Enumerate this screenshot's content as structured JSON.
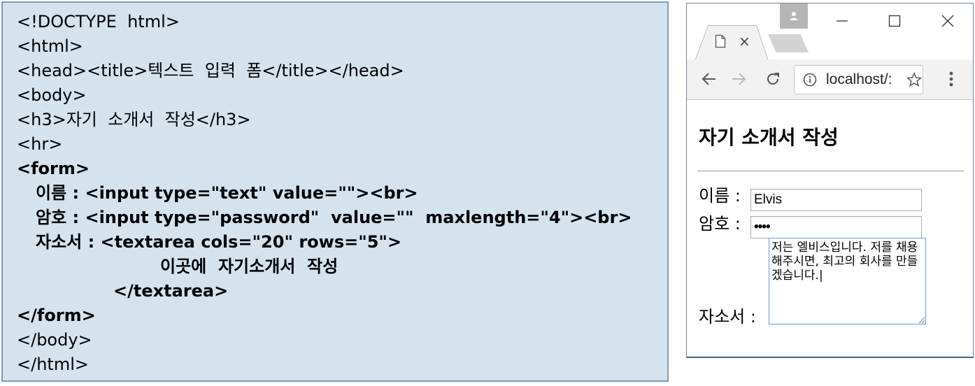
{
  "code_panel": {
    "lines": [
      "<!DOCTYPE  html>",
      "<html>",
      "<head><title>텍스트  입력  폼</title></head>",
      "<body>",
      "<h3>자기  소개서  작성</h3>",
      "<hr>",
      "<form>",
      "이름 : <input type=\"text\" value=\"\"><br>",
      "암호 : <input type=\"password\"  value=\"\"  maxlength=\"4\"><br>",
      "자소서 : <textarea cols=\"20\" rows=\"5\">",
      "이곳에  자기소개서  작성",
      "</textarea>",
      "</form>",
      "</body>",
      "</html>"
    ]
  },
  "browser": {
    "tab_icon": "page-icon",
    "tab_close_label": "×",
    "window_controls": {
      "minimize": "—",
      "maximize": "☐",
      "close": "✕"
    },
    "address_bar": {
      "url": "localhost/:"
    },
    "icons": [
      "back-arrow-icon",
      "forward-arrow-icon",
      "reload-icon",
      "info-icon",
      "star-icon",
      "kebab-menu-icon",
      "profile-icon"
    ]
  },
  "page": {
    "heading": "자기 소개서 작성",
    "form": {
      "name_label": "이름 :",
      "name_value": "Elvis",
      "password_label": "암호 :",
      "password_value": "••••",
      "intro_label": "자소서 :",
      "intro_value": "저는 엘비스입니다. 저를 채용해주시면, 최고의 회사를 만들겠습니다.|"
    }
  },
  "colors": {
    "code_background": "#d5e3ef",
    "code_border": "#7f9db9",
    "browser_toolbar": "#f2f2f2",
    "textarea_focus_border": "#6d9bd7"
  }
}
